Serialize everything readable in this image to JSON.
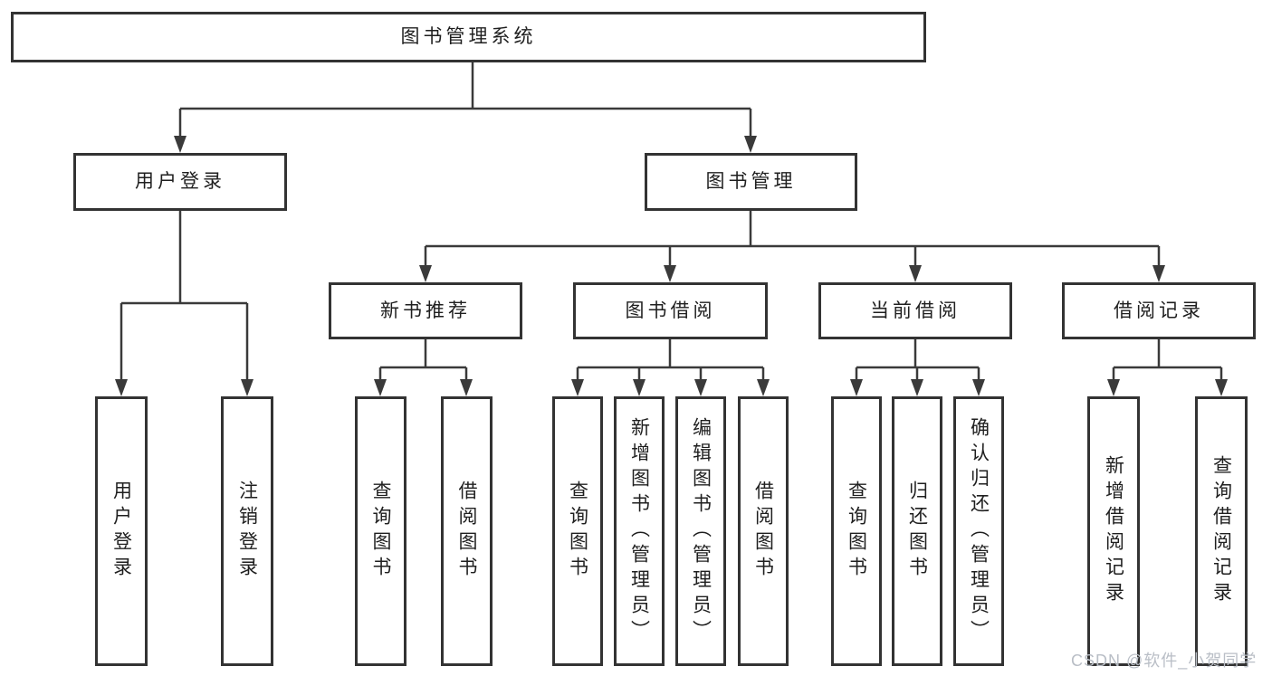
{
  "diagram": {
    "title": "图书管理系统",
    "branches": [
      {
        "label": "用户登录",
        "children": [
          "用户登录",
          "注销登录"
        ]
      },
      {
        "label": "图书管理",
        "children": [
          {
            "label": "新书推荐",
            "children": [
              "查询图书",
              "借阅图书"
            ]
          },
          {
            "label": "图书借阅",
            "children": [
              "查询图书",
              "新增图书（管理员）",
              "编辑图书（管理员）",
              "借阅图书"
            ]
          },
          {
            "label": "当前借阅",
            "children": [
              "查询图书",
              "归还图书",
              "确认归还（管理员）"
            ]
          },
          {
            "label": "借阅记录",
            "children": [
              "新增借阅记录",
              "查询借阅记录"
            ]
          }
        ]
      }
    ],
    "watermark": "CSDN @软件_小贺同学",
    "colors": {
      "line": "#3a3a3a",
      "border": "#333333",
      "text": "#1f1f1f",
      "watermark": "#b9bec6",
      "background": "#ffffff"
    }
  }
}
